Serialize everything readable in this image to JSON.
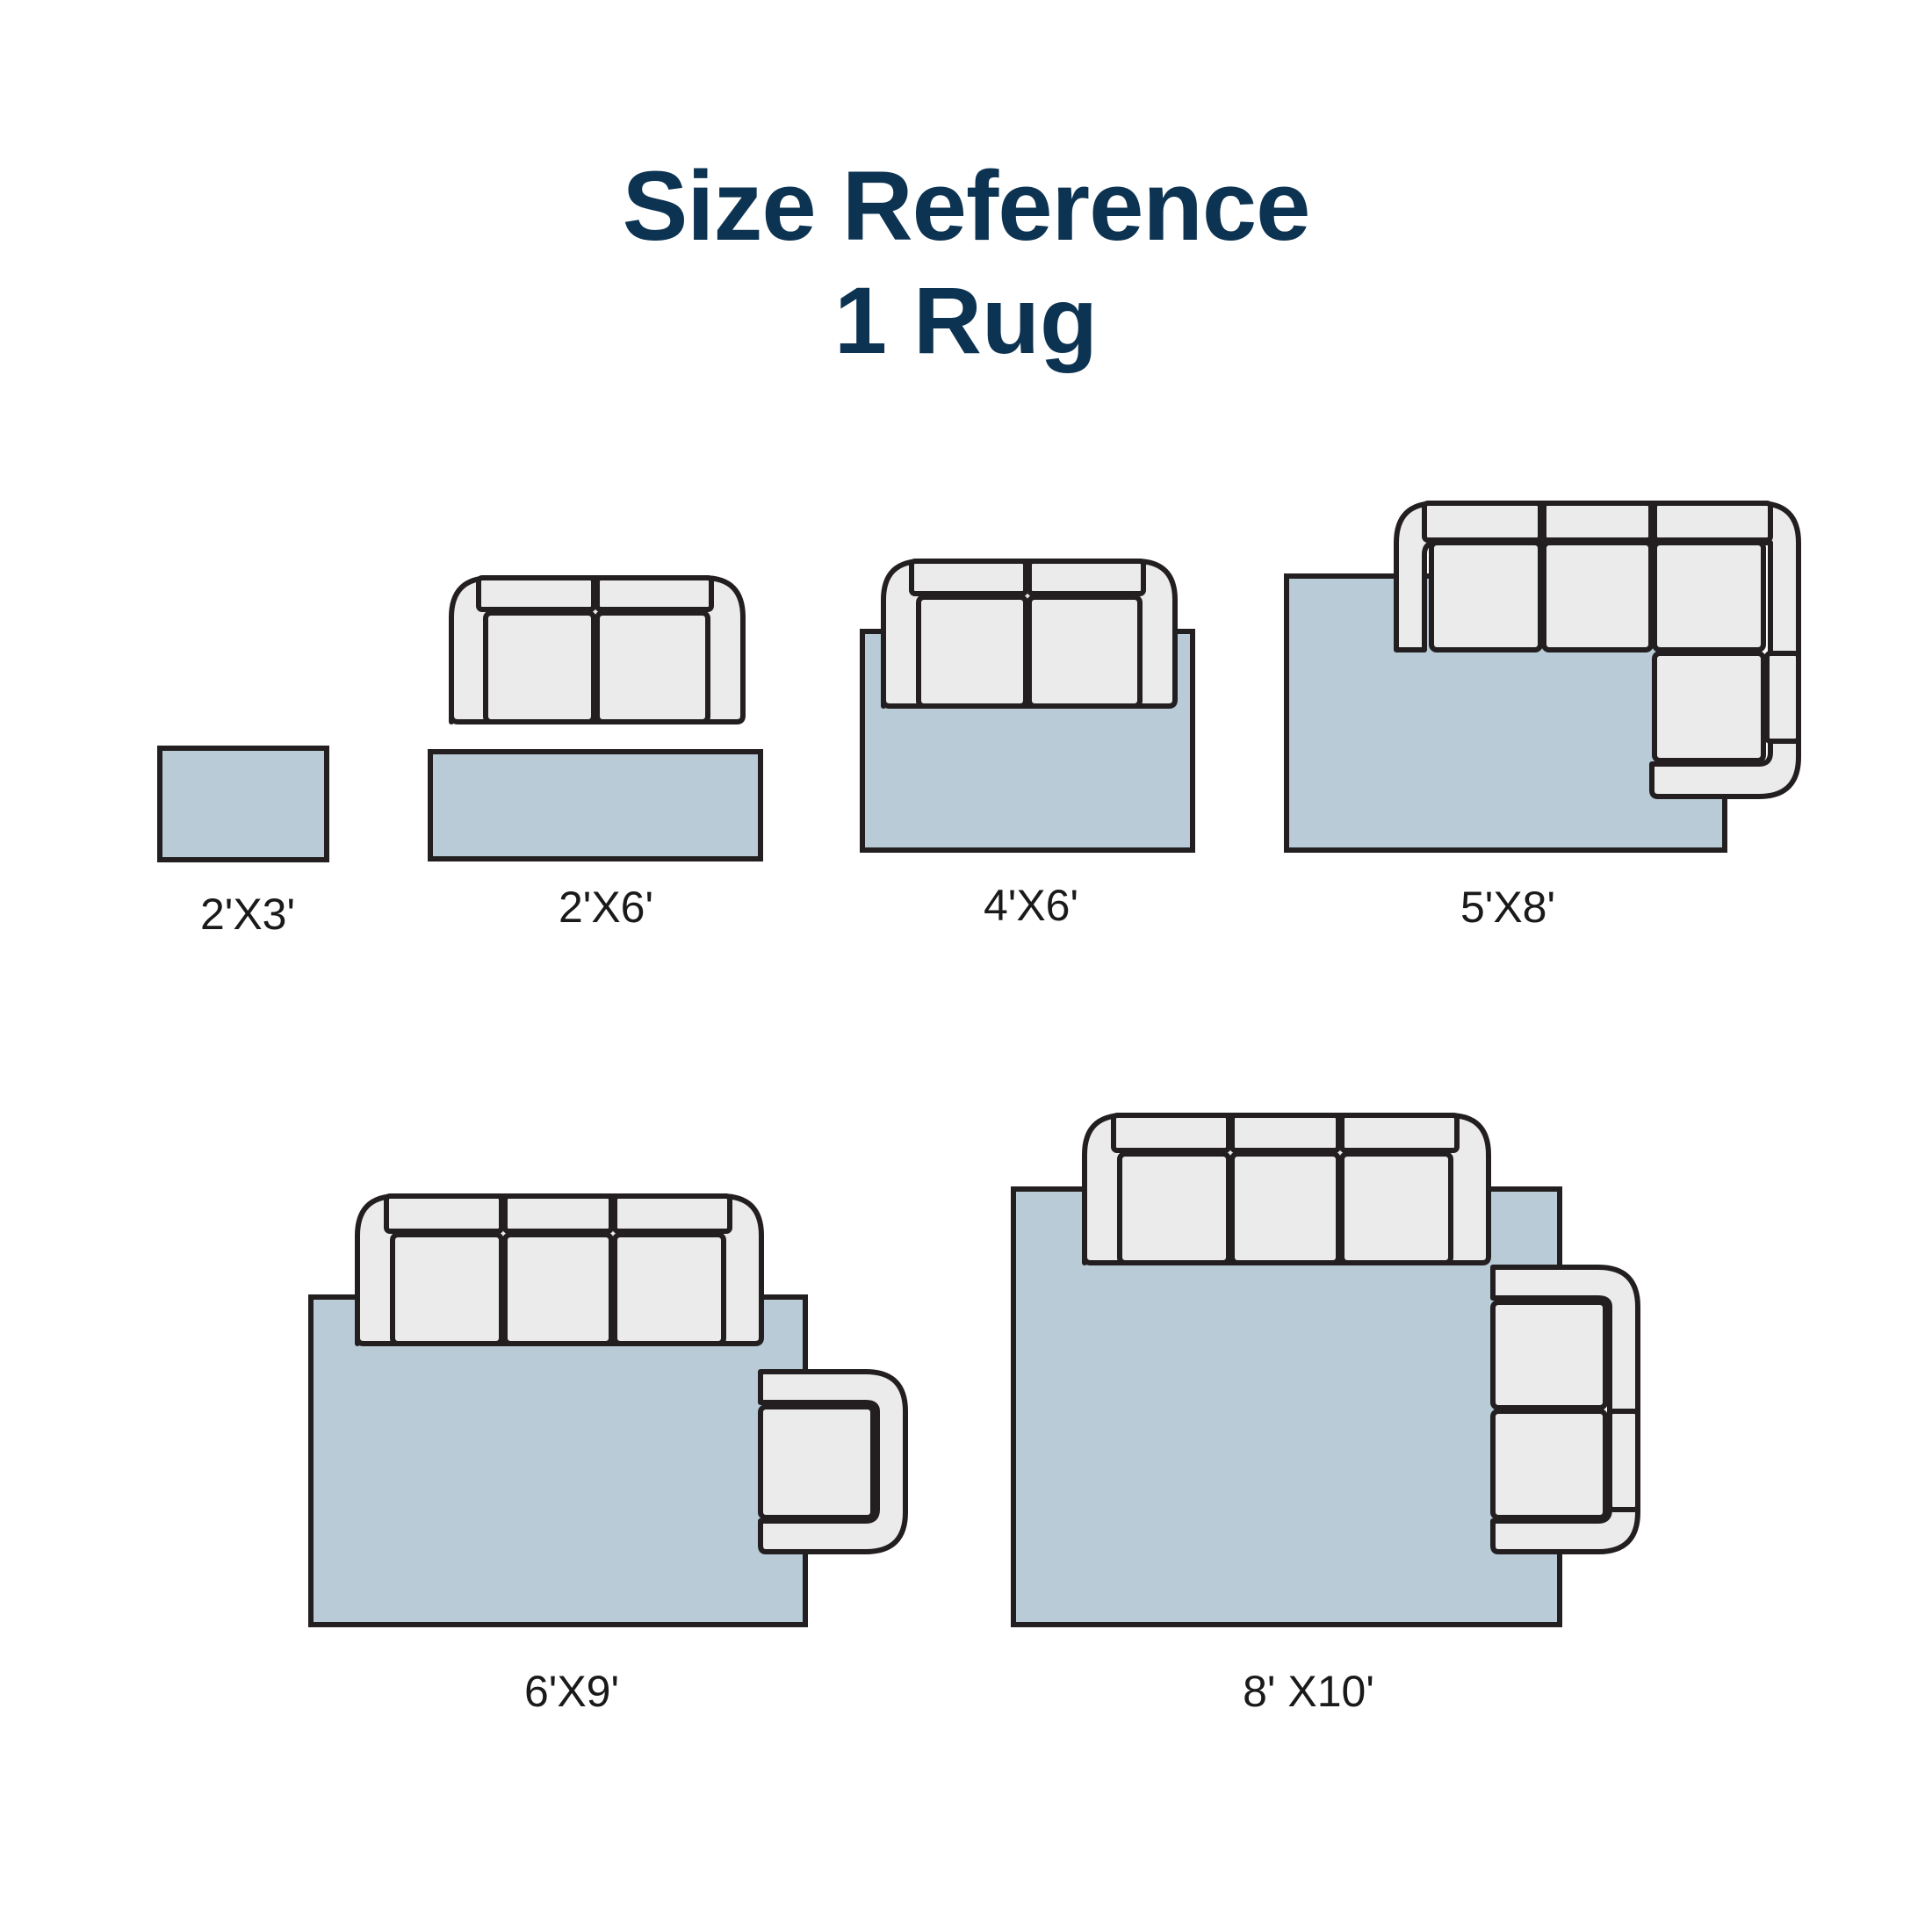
{
  "header": {
    "title": "Size Reference",
    "subtitle": "1 Rug"
  },
  "sizes": [
    {
      "label": "2'X3'"
    },
    {
      "label": "2'X6'"
    },
    {
      "label": "4'X6'"
    },
    {
      "label": "5'X8'"
    },
    {
      "label": "6'X9'"
    },
    {
      "label": "8' X10'"
    }
  ],
  "colors": {
    "title": "#0d3352",
    "rug": "#b8cbd7",
    "sofa": "#ebebeb",
    "outline": "#231f20"
  }
}
